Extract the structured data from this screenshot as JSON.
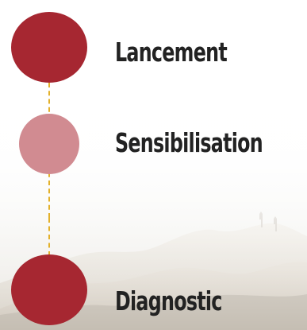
{
  "steps": [
    {
      "label": "Lancement"
    },
    {
      "label": "Sensibilisation"
    },
    {
      "label": "Diagnostic"
    }
  ],
  "colors": {
    "active_node": "#a62731",
    "muted_node": "#d18b91",
    "connector": "#e3b12b",
    "text": "#222222"
  },
  "background": {
    "image": "faded mountain landscape"
  }
}
